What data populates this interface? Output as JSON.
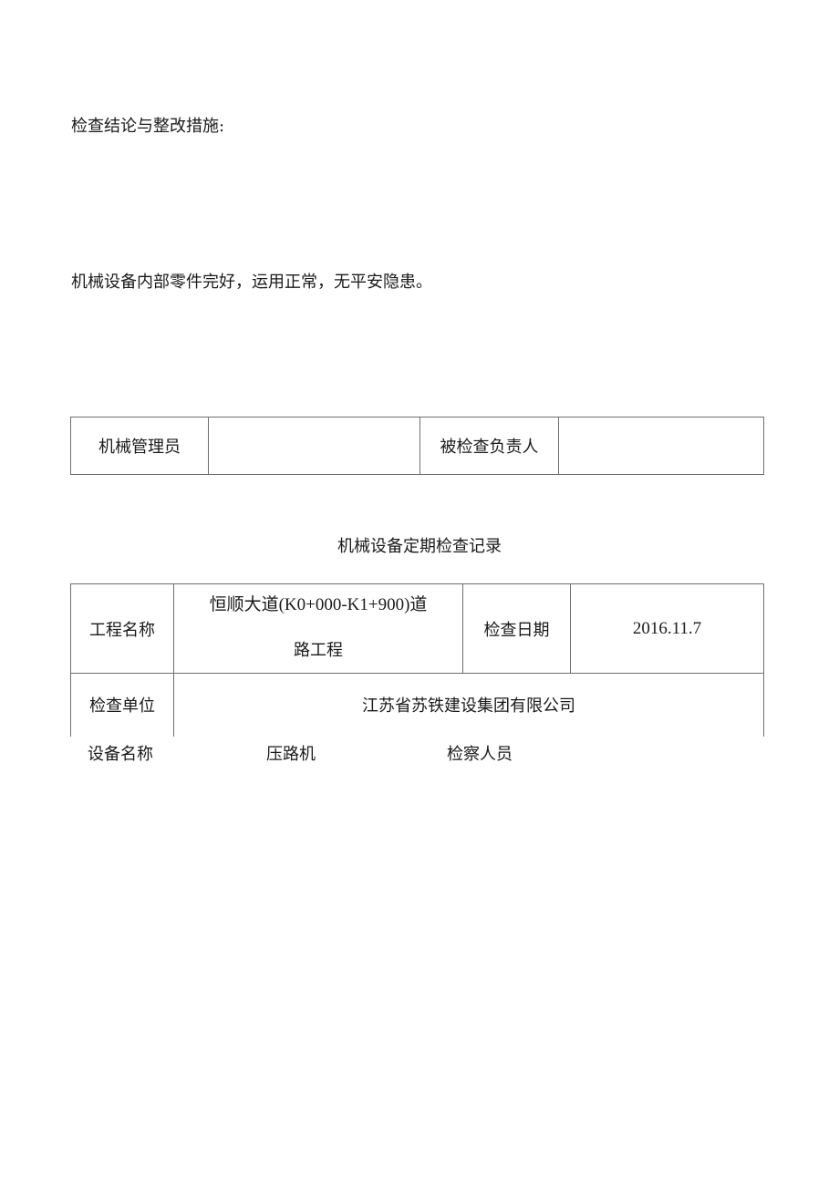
{
  "section1": {
    "heading": "检查结论与整改措施:",
    "conclusion": "机械设备内部零件完好，运用正常，无平安隐患。"
  },
  "signature_table": {
    "cells": [
      {
        "label": "机械管理员",
        "value": ""
      },
      {
        "label": "被检查负责人",
        "value": ""
      }
    ]
  },
  "record": {
    "title": "机械设备定期检查记录",
    "project_name_label": "工程名称",
    "project_name_line1": "恒顺大道(K0+000-K1+900)道",
    "project_name_line2": "路工程",
    "inspection_date_label": "检查日期",
    "inspection_date_value": "2016.11.7",
    "inspection_unit_label": "检查单位",
    "inspection_unit_value": "江苏省苏铁建设集团有限公司",
    "equipment_name_label": "设备名称",
    "equipment_name_value": "压路机",
    "inspector_label": "检察人员",
    "inspector_value": ""
  }
}
